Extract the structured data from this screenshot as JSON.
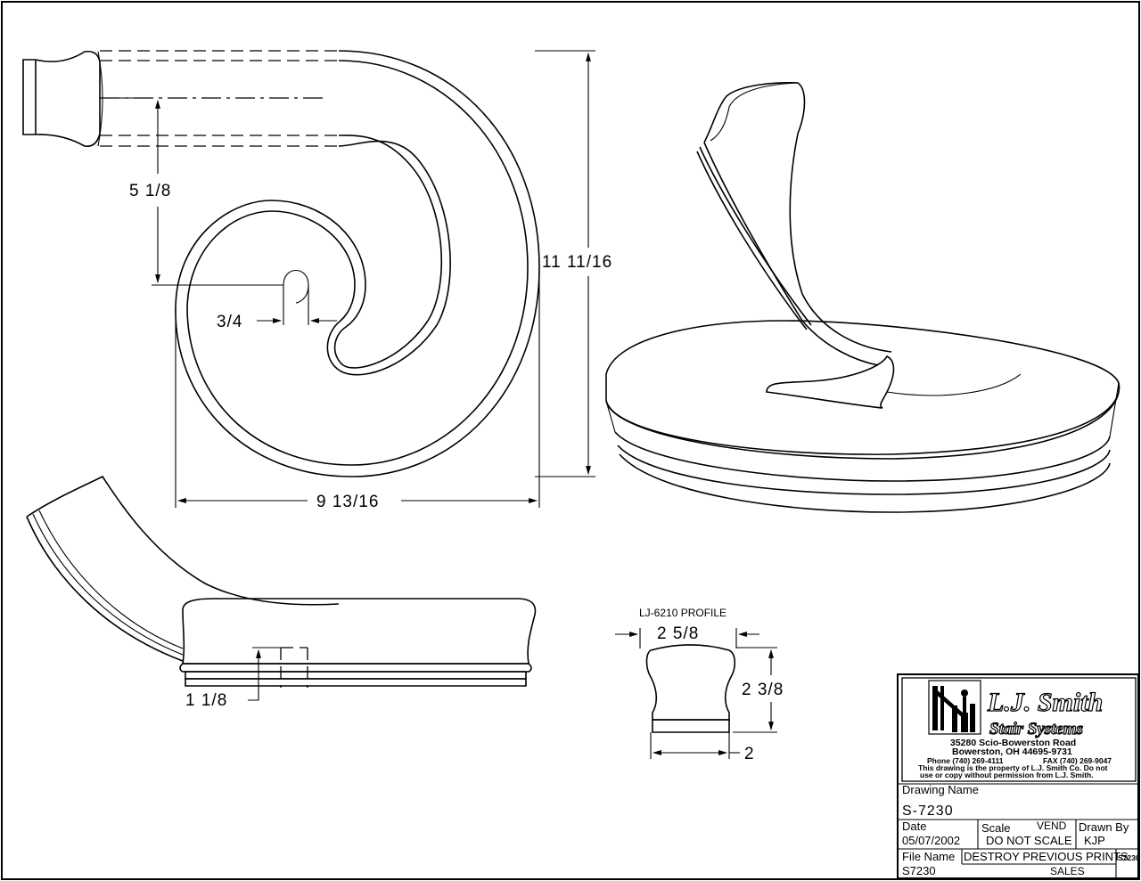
{
  "dimensions": {
    "scroll_rise": "5 1/8",
    "overall_height": "11 11/16",
    "overall_width": "9 13/16",
    "eye_width": "3/4",
    "side_height": "1 1/8",
    "profile_width_top": "2 5/8",
    "profile_height": "2 3/8",
    "profile_width_base": "2"
  },
  "profile_label": "LJ-6210 PROFILE",
  "company": {
    "name_line1": "L.J. Smith",
    "name_line2": "Stair Systems",
    "address1": "35280 Scio-Bowerston Road",
    "address2": "Bowerston, OH 44695-9731",
    "phone": "Phone (740) 269-4111",
    "fax": "FAX (740) 269-9047",
    "notice1": "This drawing is the property of L.J. Smith Co. Do not",
    "notice2": "use or copy without permission from L.J. Smith."
  },
  "title_block": {
    "drawing_name_label": "Drawing Name",
    "drawing_name": "S-7230",
    "date_label": "Date",
    "date": "05/07/2002",
    "scale_label": "Scale",
    "scale_value": "VEND",
    "scale_note": "DO NOT SCALE",
    "drawn_by_label": "Drawn By",
    "drawn_by": "KJP",
    "file_name_label": "File Name",
    "file_name": "S7230",
    "destroy_note": "DESTROY PREVIOUS PRINTS",
    "sales": "SALES",
    "corner_code": "S7230"
  }
}
